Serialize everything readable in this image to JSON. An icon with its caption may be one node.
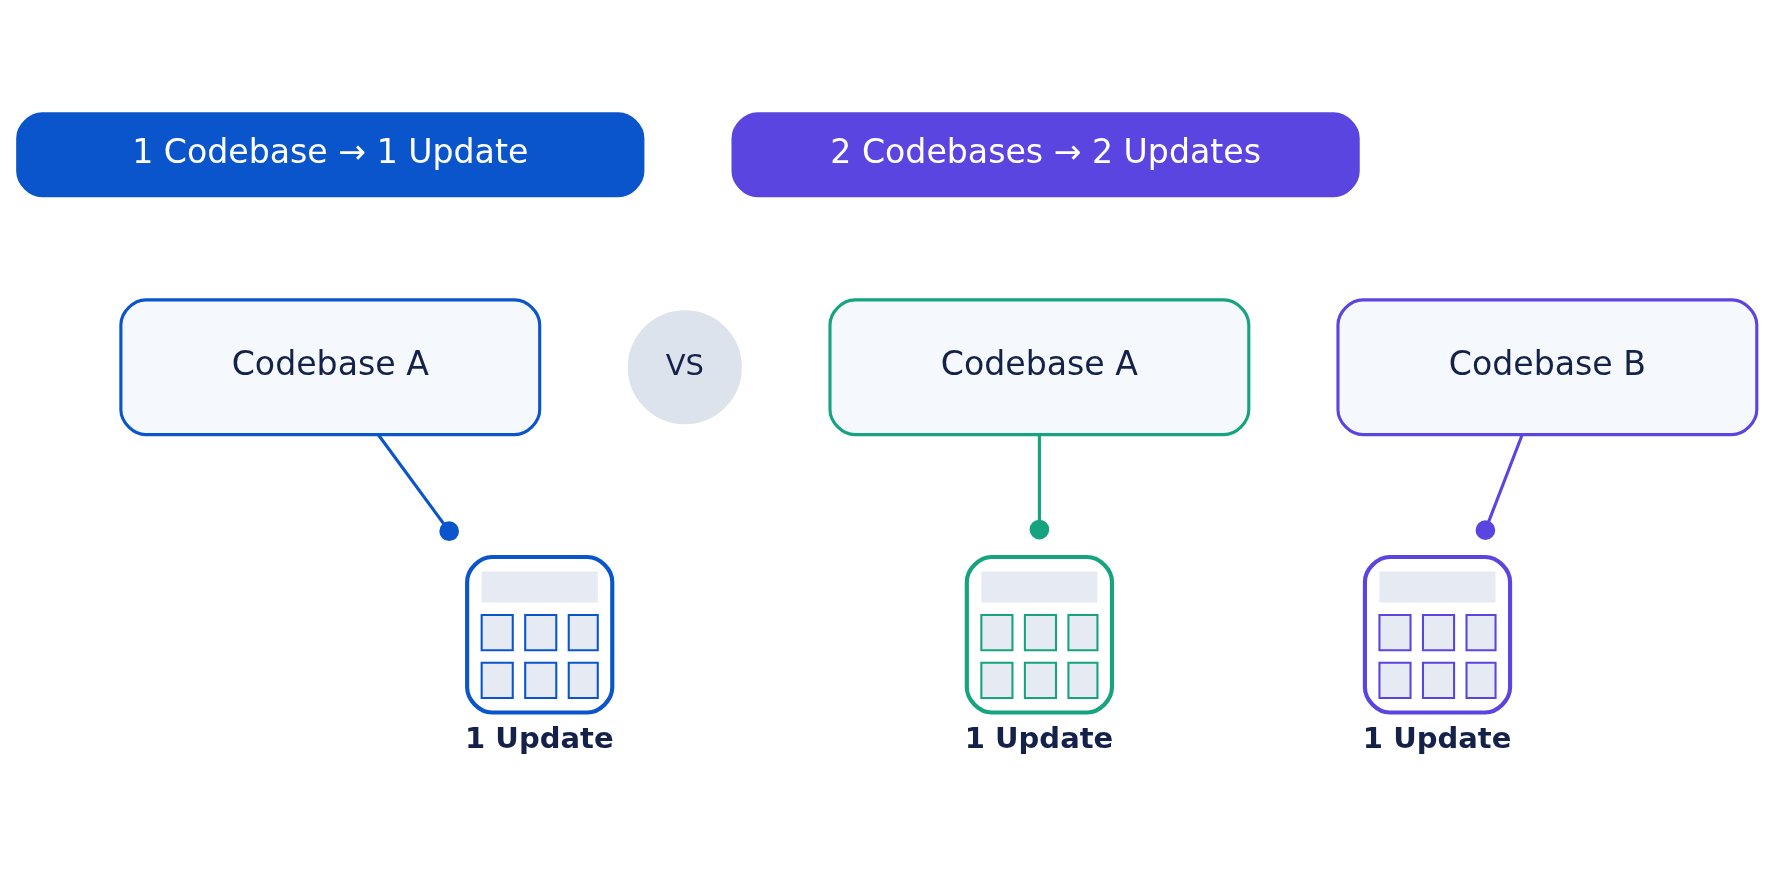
{
  "diagram": {
    "nodes": [
      {
        "text": [
          "1 Codebase → 1 Update"
        ]
      },
      {
        "text": [
          "Codebase A"
        ]
      },
      {
        "text": [],
        "shape": "calendar",
        "beside": [
          "1 Update"
        ]
      },
      {
        "text": [
          "VS"
        ]
      },
      {
        "text": [
          "2 Codebases → 2 Updates"
        ]
      },
      {
        "text": [
          "Codebase A"
        ]
      },
      {
        "text": [
          "Codebase B"
        ]
      },
      {
        "text": [],
        "shape": "calendar",
        "beside": [
          "1 Update"
        ]
      },
      {
        "text": [],
        "shape": "calendar",
        "beside": [
          "1 Update"
        ]
      }
    ],
    "edges": [
      {
        "from": 1,
        "to": 2,
        "arrow": "other",
        "color": "#0b55cc"
      },
      {
        "from": 5,
        "to": 7,
        "arrow": "other",
        "color": "#16a37f"
      },
      {
        "from": 6,
        "to": 8,
        "arrow": "other",
        "color": "#5b45e0"
      }
    ]
  }
}
